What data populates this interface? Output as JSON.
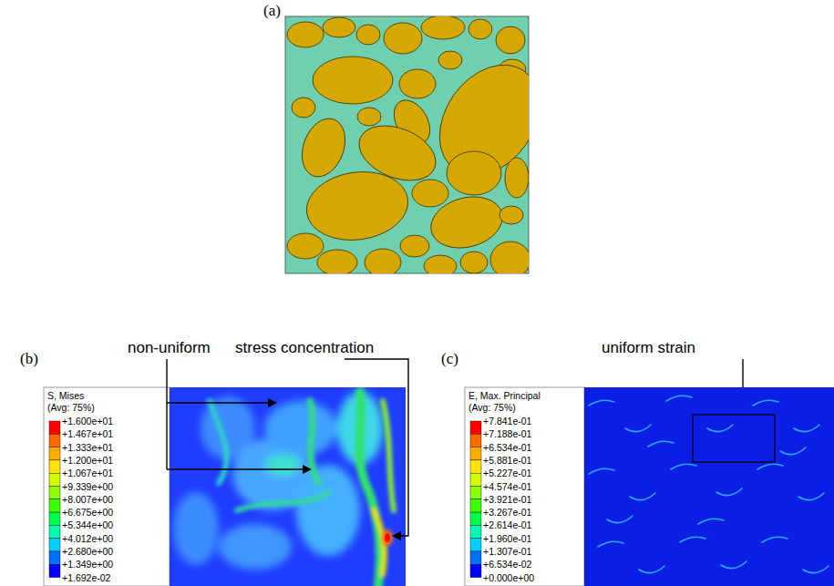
{
  "diagram": {
    "labels": [
      "(a)",
      "(b)",
      "(c)",
      "non-uniform",
      "stress concentration",
      "uniform strain",
      "S, Mises",
      "(Avg: 75%)",
      "+1.600e+01",
      "+1.467e+01",
      "+1.333e+01",
      "+1.200e+01",
      "+1.067e+01",
      "+9.339e+00",
      "+8.007e+00",
      "+6.675e+00",
      "+5.344e+00",
      "+4.012e+00",
      "+2.680e+00",
      "+1.349e+00",
      "+1.692e-02",
      "E, Max. Principal",
      "(Avg: 75%)",
      "+7.841e-01",
      "+7.188e-01",
      "+6.534e-01",
      "+5.881e-01",
      "+5.227e-01",
      "+4.574e-01",
      "+3.921e-01",
      "+3.267e-01",
      "+2.614e-01",
      "+1.960e-01",
      "+1.307e-01",
      "+6.534e-02",
      "+0.000e+00"
    ]
  }
}
